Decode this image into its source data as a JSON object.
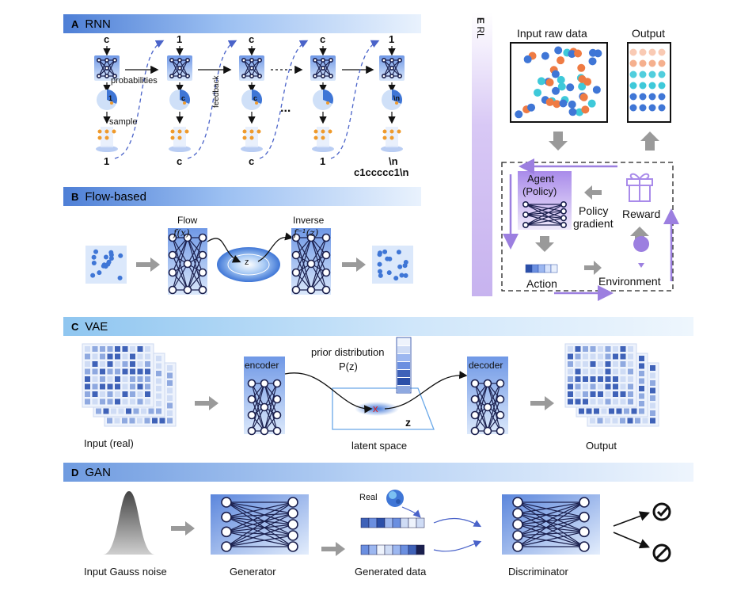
{
  "panels": {
    "a": {
      "letter": "A",
      "title": "RNN",
      "inputs": [
        "c",
        "1",
        "c",
        "c",
        "1"
      ],
      "outputs": [
        "1",
        "c",
        "c",
        "1",
        "\\n"
      ],
      "probabilities_label": "probabilities",
      "sample_label": "sample",
      "feedback_label": "feedback",
      "ellipsis": "...",
      "result_string": "c1ccccc1\\n",
      "pie_labels": [
        "1",
        "c",
        "c",
        "\\n"
      ]
    },
    "b": {
      "letter": "B",
      "title": "Flow-based",
      "flow_label": "Flow",
      "flow_fn": "f(x)",
      "inverse_label": "Inverse",
      "inverse_fn": "f⁻¹(z)",
      "z_label": "z"
    },
    "c": {
      "letter": "C",
      "title": "VAE",
      "input_label": "Input (real)",
      "encoder_label": "encoder",
      "prior_label": "prior distribution",
      "prior_fn": "P(z)",
      "latent_label": "latent space",
      "z_label": "z",
      "x_mark": "x",
      "decoder_label": "decoder",
      "output_label": "Output"
    },
    "d": {
      "letter": "D",
      "title": "GAN",
      "noise_label": "Input Gauss noise",
      "generator_label": "Generator",
      "real_label": "Real",
      "generated_label": "Generated data",
      "discriminator_label": "Discriminator"
    },
    "e": {
      "letter": "E",
      "title": "RL",
      "input_label": "Input raw data",
      "output_label": "Output",
      "agent_label_1": "Agent",
      "agent_label_2": "(Policy)",
      "policy_gradient_1": "Policy",
      "policy_gradient_2": "gradient",
      "reward_label": "Reward",
      "action_label": "Action",
      "environment_label": "Environment"
    }
  },
  "colors": {
    "navy": "#1a1f4d",
    "blue": "#3f76d6",
    "orange": "#ef7b43",
    "cyan": "#3ec9d9",
    "purple": "#9c7fe0",
    "grey_arrow": "#9a9a9a"
  }
}
